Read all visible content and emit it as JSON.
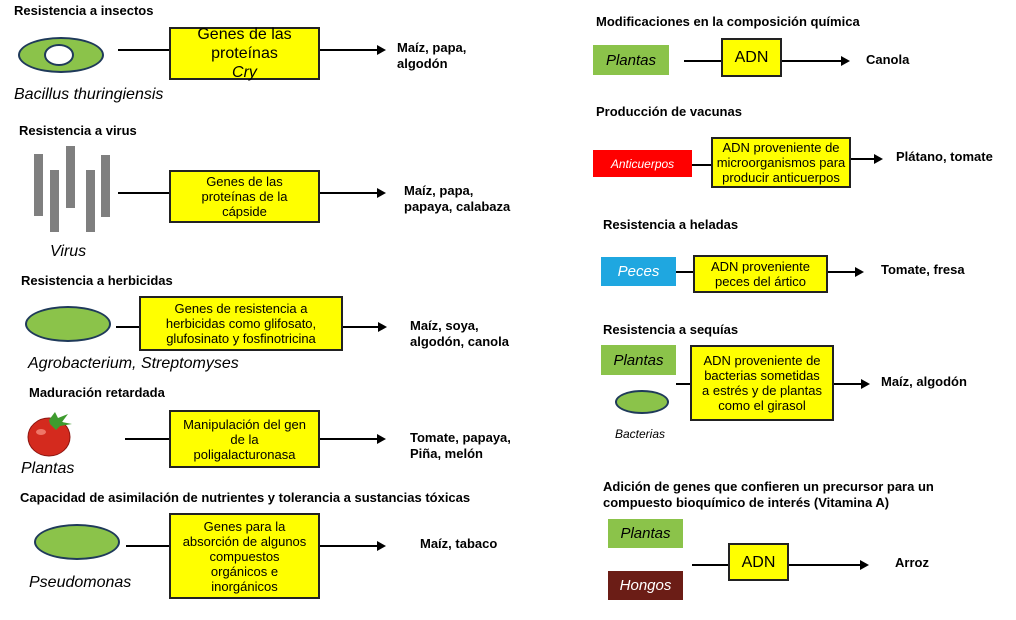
{
  "left": {
    "insects": {
      "heading": "Resistencia a insectos",
      "box_text": "Genes de las proteínas",
      "box_italic": "Cry",
      "result_lines": [
        "Maíz, papa,",
        "algodón"
      ],
      "organism": "Bacillus thuringiensis"
    },
    "virus": {
      "heading": "Resistencia a virus",
      "box_lines": [
        "Genes de las",
        "proteínas de la",
        "cápside"
      ],
      "result_lines": [
        "Maíz, papa,",
        "papaya, calabaza"
      ],
      "organism": "Virus"
    },
    "herbicides": {
      "heading": "Resistencia a herbicidas",
      "box_lines": [
        "Genes de resistencia a",
        "herbicidas como glifosato,",
        "glufosinato y fosfinotricina"
      ],
      "result_lines": [
        "Maíz, soya,",
        "algodón, canola"
      ],
      "organism": "Agrobacterium, Streptomyses"
    },
    "ripening": {
      "heading": "Maduración retardada",
      "box_lines": [
        "Manipulación del gen",
        "de la",
        "poligalacturonasa"
      ],
      "result_lines": [
        "Tomate, papaya,",
        "Piña, melón"
      ],
      "organism": "Plantas"
    },
    "nutrients": {
      "heading": "Capacidad de asimilación de nutrientes y tolerancia a sustancias tóxicas",
      "box_lines": [
        "Genes para la",
        "absorción de algunos",
        "compuestos",
        "orgánicos e",
        "inorgánicos"
      ],
      "result_lines": [
        "Maíz, tabaco"
      ],
      "organism": "Pseudomonas"
    }
  },
  "right": {
    "chemical": {
      "heading": "Modificaciones en la composición química",
      "source": "Plantas",
      "box_text": "ADN",
      "result": "Canola"
    },
    "vaccines": {
      "heading": "Producción de vacunas",
      "source": "Anticuerpos",
      "box_lines": [
        "ADN proveniente de",
        "microorganismos para",
        "producir anticuerpos"
      ],
      "result": "Plátano, tomate"
    },
    "frost": {
      "heading": "Resistencia a heladas",
      "source": "Peces",
      "box_lines": [
        "ADN proveniente",
        "peces del ártico"
      ],
      "result": "Tomate, fresa"
    },
    "drought": {
      "heading": "Resistencia a sequías",
      "source": "Plantas",
      "source2": "Bacterias",
      "box_lines": [
        "ADN proveniente de",
        "bacterias sometidas",
        "a estrés y de plantas",
        "como el girasol"
      ],
      "result": "Maíz, algodón"
    },
    "vitamin": {
      "heading_lines": [
        "Adición de genes que confieren un precursor para un",
        "compuesto bioquímico de interés (Vitamina A)"
      ],
      "source": "Plantas",
      "source2": "Hongos",
      "box_text": "ADN",
      "result": "Arroz"
    }
  },
  "colors": {
    "box_fill": "#ffff00",
    "green_fill": "#8bc34a",
    "red_fill": "#ff0000",
    "blue_fill": "#1fa7e0",
    "brown_fill": "#6b1d16",
    "bar_gray": "#7f7f7f"
  }
}
